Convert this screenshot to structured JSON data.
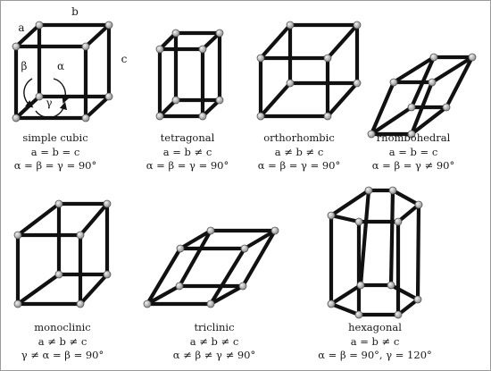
{
  "colors": {
    "edge": "#111111",
    "node_light": "#f2f2f2",
    "node_dark": "#8a8a8a",
    "border": "#9a9a9a"
  },
  "simple_cubic_axes": {
    "a": "a",
    "b": "b",
    "c": "c",
    "alpha": "α",
    "beta": "β",
    "gamma": "γ"
  },
  "lattices": [
    {
      "name": "simple cubic",
      "relation_lengths": "a = b = c",
      "relation_angles": "α = β = γ = 90°"
    },
    {
      "name": "tetragonal",
      "relation_lengths": "a = b ≠ c",
      "relation_angles": "α = β = γ = 90°"
    },
    {
      "name": "orthorhombic",
      "relation_lengths": "a ≠ b ≠ c",
      "relation_angles": "α = β = γ = 90°"
    },
    {
      "name": "rhombohedral",
      "relation_lengths": "a = b = c",
      "relation_angles": "α = β = γ ≠ 90°"
    },
    {
      "name": "monoclinic",
      "relation_lengths": "a ≠ b ≠ c",
      "relation_angles": "γ ≠ α = β = 90°"
    },
    {
      "name": "triclinic",
      "relation_lengths": "a ≠ b ≠ c",
      "relation_angles": "α ≠ β ≠ γ ≠ 90°"
    },
    {
      "name": "hexagonal",
      "relation_lengths": "a = b ≠ c",
      "relation_angles": "α = β = 90°,  γ = 120°"
    }
  ]
}
